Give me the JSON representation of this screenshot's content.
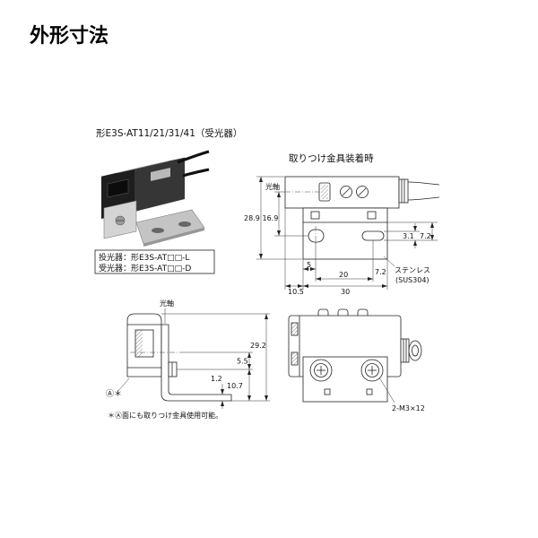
{
  "title": "外形寸法",
  "model_heading": "形E3S-AT11/21/31/41（受光器）",
  "mounted_heading": "取りつけ金具装着時",
  "legend": {
    "emitter": "投光器：形E3S-AT□□-L",
    "receiver": "受光器：形E3S-AT□□-D"
  },
  "mounted_view": {
    "optical_axis_label": "光軸",
    "dimensions": {
      "d1": "28.9",
      "d2": "16.9",
      "d3": "3.1",
      "d4": "7.2",
      "d5": "5",
      "d6": "20",
      "d7": "7.2",
      "d8": "10.5",
      "d9": "30"
    },
    "material": "ステンレス",
    "material_code": "(SUS304)"
  },
  "side_view": {
    "optical_axis_label": "光軸",
    "dimensions": {
      "d1": "29.2",
      "d2": "5.5",
      "d3": "1.2",
      "d4": "10.7"
    },
    "face_mark": "Ⓐ＊"
  },
  "front_view": {
    "screw_spec": "2-M3×12"
  },
  "note": "＊Ⓐ面にも取りつけ金具使用可能。"
}
